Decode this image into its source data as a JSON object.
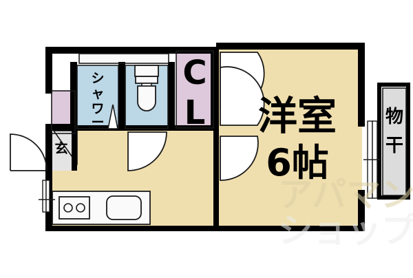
{
  "document": {
    "type": "apartment-floor-plan",
    "layout_name": "1K",
    "background_color": "#ffffff"
  },
  "palette": {
    "wall": "#000000",
    "room_floor": "#f0dfae",
    "wet_area": "#bcd7e6",
    "closet": "#ddc8dc",
    "balcony": "#dcdcdc",
    "entry_floor": "#e4e4e4",
    "fixture_fill": "#fafafa",
    "thin_line": "#1a1a1a",
    "watermark": "#ddd0a5"
  },
  "rooms": [
    {
      "id": "western-room",
      "label": "洋室",
      "size_label": "6帖",
      "floor_color": "#f0dfae"
    },
    {
      "id": "shower",
      "label": "シャワー",
      "floor_color": "#bcd7e6"
    },
    {
      "id": "toilet",
      "label": "",
      "floor_color": "#bcd7e6"
    },
    {
      "id": "closet",
      "label_line1": "C",
      "label_line2": "L",
      "floor_color": "#ddc8dc"
    },
    {
      "id": "entry",
      "label": "玄",
      "floor_color": "#e4e4e4"
    },
    {
      "id": "balcony",
      "label_line1": "物",
      "label_line2": "干",
      "floor_color": "#dcdcdc"
    }
  ],
  "fixtures": [
    {
      "id": "stove",
      "name": "two-burner-stove",
      "burners": 2
    },
    {
      "id": "sink",
      "name": "kitchen-sink"
    },
    {
      "id": "toilet-bowl",
      "name": "toilet-fixture"
    },
    {
      "id": "vanity-counter",
      "name": "vanity-counter"
    },
    {
      "id": "entry-step",
      "name": "entry-step-edge"
    }
  ],
  "doors": [
    {
      "id": "entrance-door",
      "type": "swing",
      "name": "entrance-door"
    },
    {
      "id": "room-door-upper",
      "type": "swing",
      "name": "room-door-upper"
    },
    {
      "id": "room-door-lower",
      "type": "swing",
      "name": "room-door-lower"
    },
    {
      "id": "hall-door",
      "type": "swing",
      "name": "hall-door"
    },
    {
      "id": "shower-door",
      "type": "folding",
      "name": "shower-folding-door"
    },
    {
      "id": "balcony-door",
      "type": "sliding",
      "name": "balcony-sliding-door"
    }
  ],
  "watermark": {
    "line1": "アパマン",
    "line2": "ショップ"
  }
}
